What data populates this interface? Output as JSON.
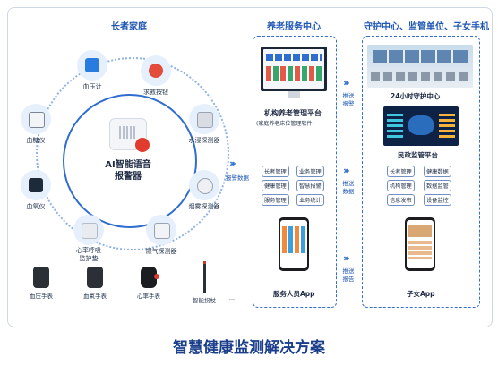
{
  "sections": {
    "home": "长者家庭",
    "service": "养老服务中心",
    "monitor": "守护中心、监管单位、子女手机"
  },
  "hub": {
    "line1": "AI智能语音",
    "line2": "报警器"
  },
  "devices": [
    {
      "label": "血压计",
      "icon": "blood-pressure-monitor-icon"
    },
    {
      "label": "求救按钮",
      "icon": "sos-button-icon"
    },
    {
      "label": "水浸探测器",
      "icon": "water-leak-sensor-icon"
    },
    {
      "label": "烟雾探测器",
      "icon": "smoke-detector-icon"
    },
    {
      "label": "燃气探测器",
      "icon": "gas-detector-icon"
    },
    {
      "label": "心率呼吸\n监护垫",
      "icon": "heart-rate-pad-icon"
    },
    {
      "label": "血氧仪",
      "icon": "oximeter-icon"
    },
    {
      "label": "血糖仪",
      "icon": "glucose-meter-icon"
    }
  ],
  "wearables": [
    {
      "label": "血压手表"
    },
    {
      "label": "血氧手表"
    },
    {
      "label": "心率手表"
    },
    {
      "label": "智能拐杖"
    },
    {
      "label": "..."
    }
  ],
  "alarm_data": "报警数据",
  "service": {
    "platform_title": "机构养老管理平台",
    "platform_sub": "(家庭养老床位管理软件)",
    "tags": [
      "长者管理",
      "业务管理",
      "健康管理",
      "智慧报警",
      "服务管理",
      "业务统计"
    ],
    "app_label": "服务人员App"
  },
  "arrows": [
    "推送\n报警",
    "推送\n数据",
    "推送\n报告"
  ],
  "monitor": {
    "center": "24小时守护中心",
    "platform": "民政监管平台",
    "tags": [
      "长者管理",
      "健康数据",
      "机构管理",
      "数据监管",
      "信息发布",
      "设备监控"
    ],
    "app_label": "子女App"
  },
  "footer": "智慧健康监测解决方案"
}
